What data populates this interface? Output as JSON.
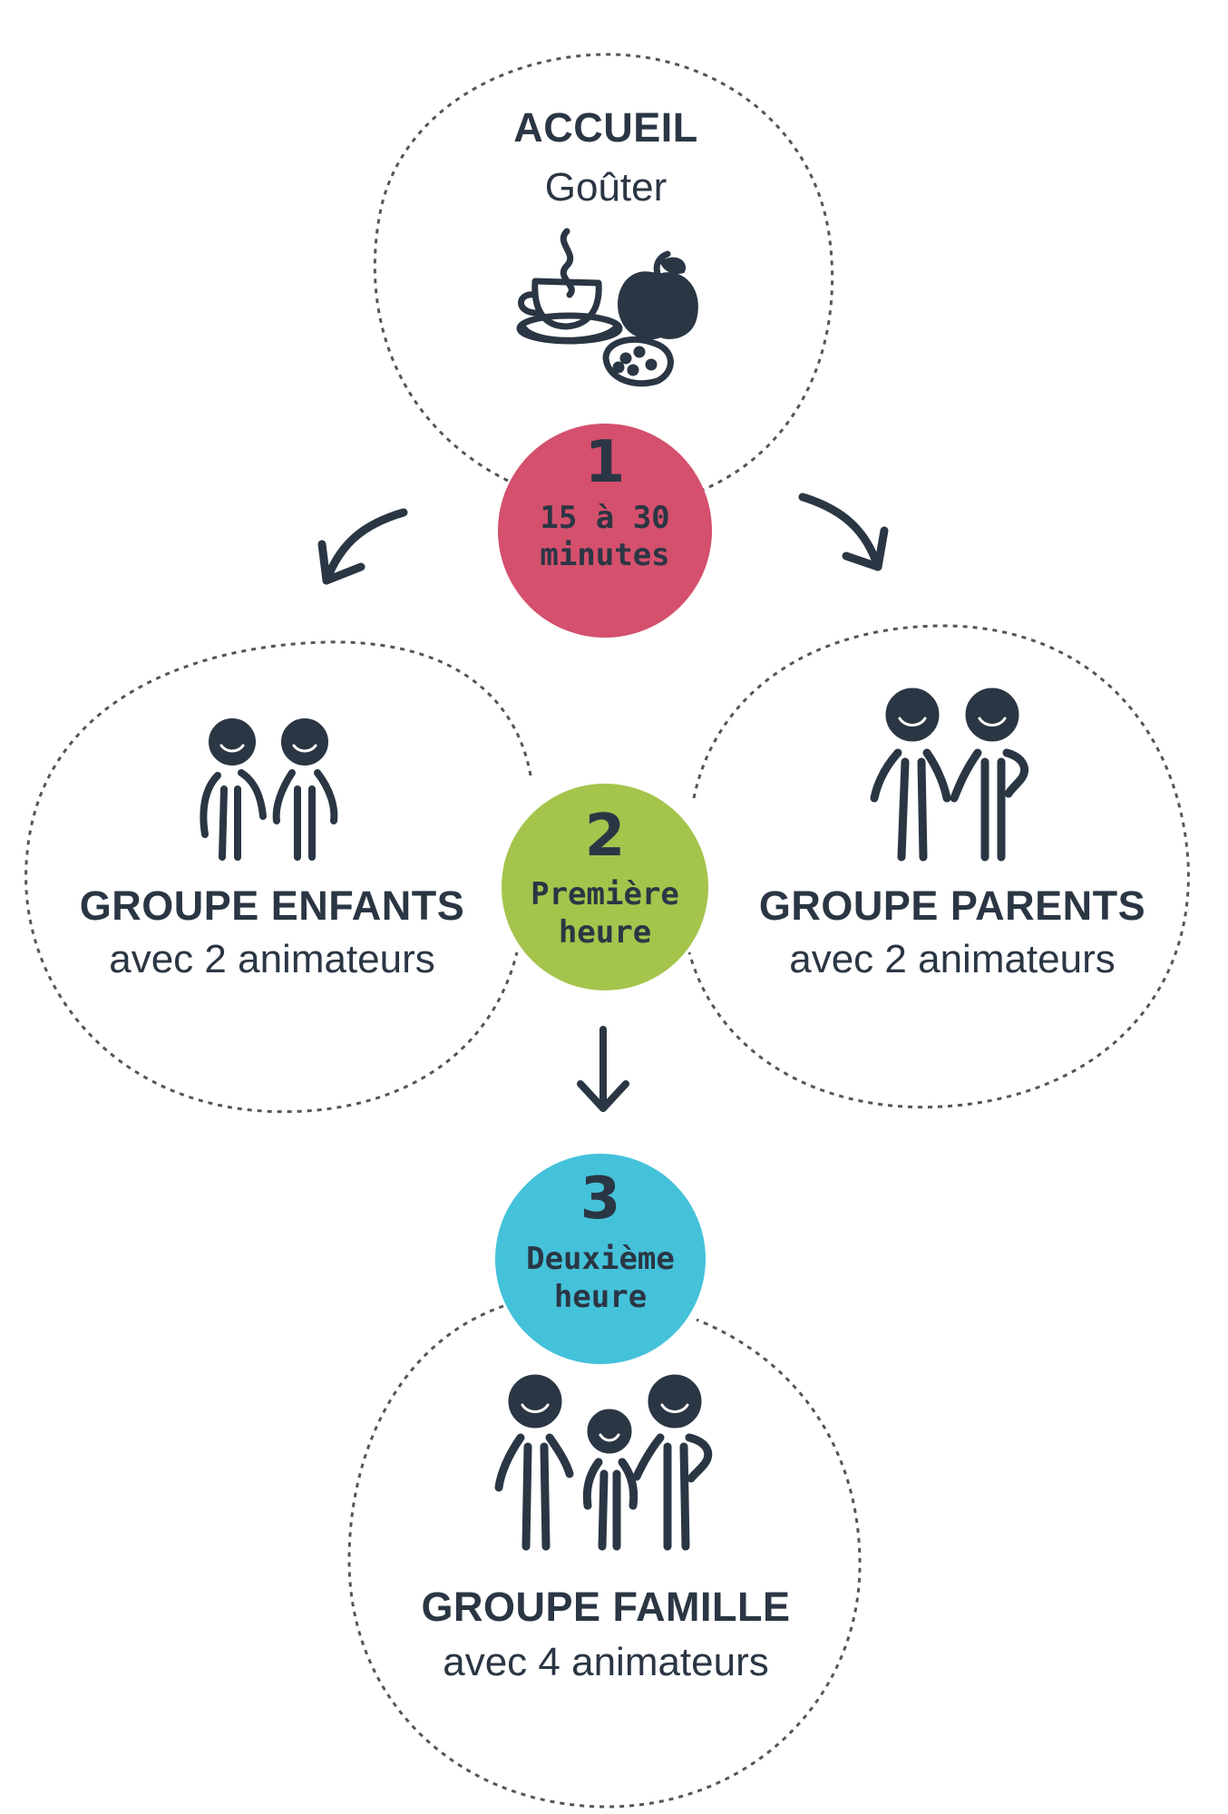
{
  "colors": {
    "ink": "#2b3644",
    "step1": "#d4506c",
    "step2": "#a4c44c",
    "step3": "#44c2da",
    "dashed_outline": "#555555"
  },
  "accueil": {
    "title": "ACCUEIL",
    "subtitle": "Goûter",
    "icon": "coffee-apple-cookie-icon"
  },
  "steps": [
    {
      "number": "1",
      "text_line1": "15 à 30",
      "text_line2": "minutes"
    },
    {
      "number": "2",
      "text_line1": "Première",
      "text_line2": "heure"
    },
    {
      "number": "3",
      "text_line1": "Deuxième",
      "text_line2": "heure"
    }
  ],
  "groups": {
    "enfants": {
      "title": "GROUPE ENFANTS",
      "subtitle": "avec 2 animateurs",
      "icon": "two-children-icon"
    },
    "parents": {
      "title": "GROUPE PARENTS",
      "subtitle": "avec 2 animateurs",
      "icon": "two-adults-icon"
    },
    "famille": {
      "title": "GROUPE FAMILLE",
      "subtitle": "avec 4 animateurs",
      "icon": "family-icon"
    }
  }
}
